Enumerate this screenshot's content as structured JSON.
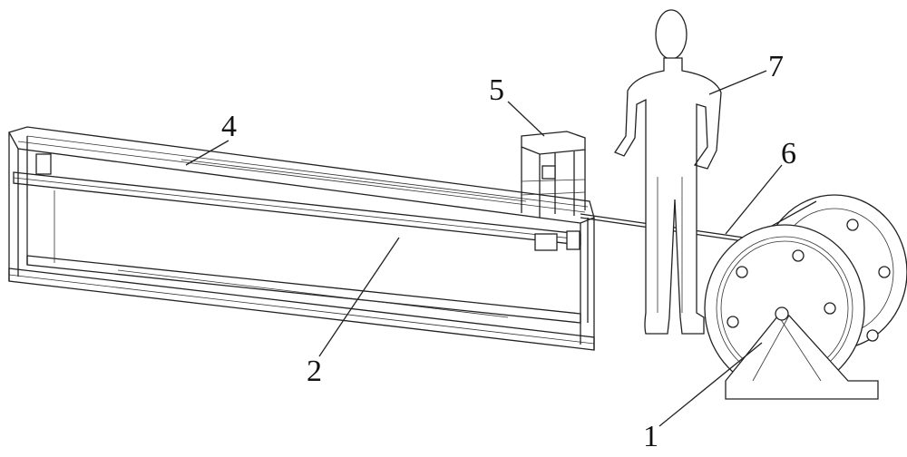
{
  "figure": {
    "callouts": [
      {
        "id": "label-1",
        "text": "1"
      },
      {
        "id": "label-2",
        "text": "2"
      },
      {
        "id": "label-4",
        "text": "4"
      },
      {
        "id": "label-5",
        "text": "5"
      },
      {
        "id": "label-6",
        "text": "6"
      },
      {
        "id": "label-7",
        "text": "7"
      }
    ]
  }
}
